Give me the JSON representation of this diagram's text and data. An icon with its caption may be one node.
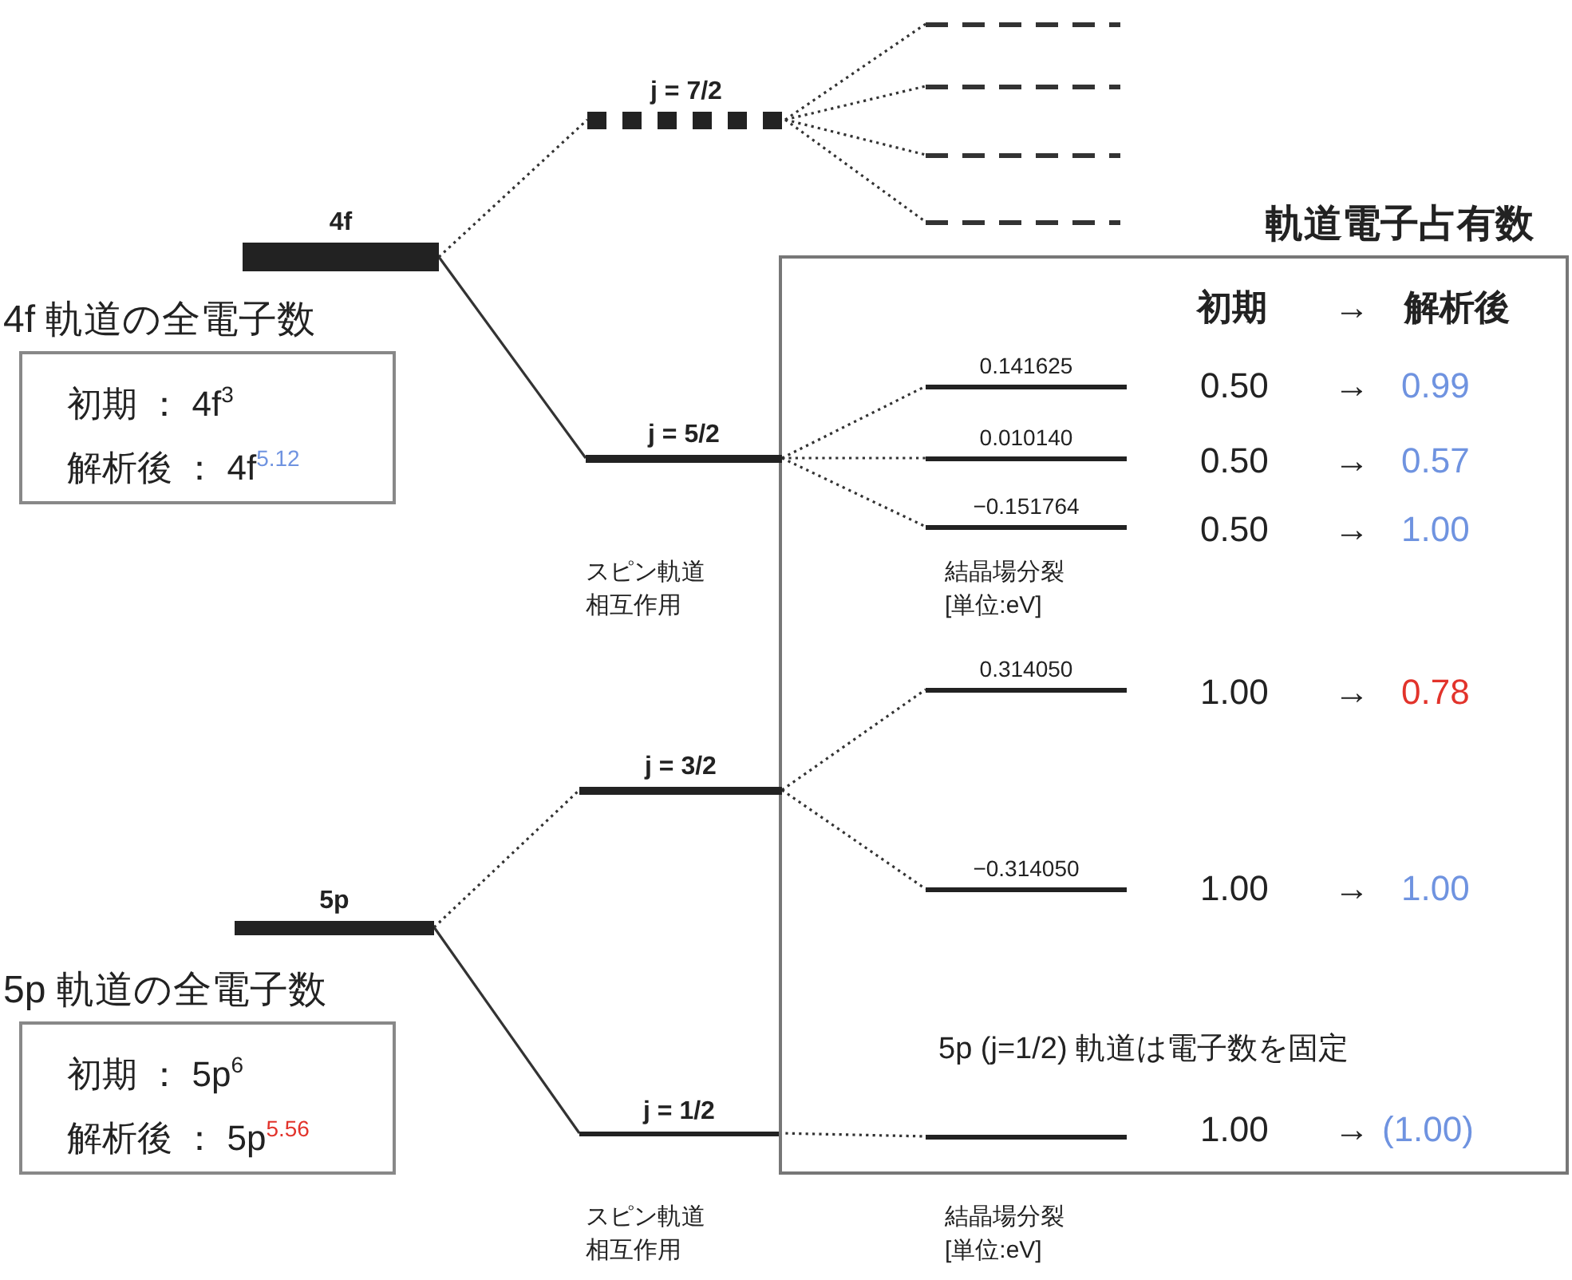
{
  "diagram": {
    "nodes": [
      {
        "text": [
          "4f"
        ]
      },
      {
        "text": [
          "j = 7/2"
        ]
      },
      {
        "text": [],
        "shape": "bar"
      },
      {
        "text": [],
        "shape": "bar"
      },
      {
        "text": [],
        "shape": "bar"
      },
      {
        "text": [],
        "shape": "bar"
      },
      {
        "text": [
          "軌道電子占有数"
        ]
      },
      {
        "text": [
          "4f 軌道の全電子数",
          "初期 ： 4f$^{3}$",
          "解析後 ： 4f$^{5.12}$"
        ]
      },
      {
        "text": [
          "j = 5/2"
        ]
      },
      {
        "text": [
          "0.141625"
        ],
        "in": 6
      },
      {
        "text": [
          "0.010140"
        ],
        "in": 6
      },
      {
        "text": [
          "−0.151764"
        ],
        "in": 6
      },
      {
        "text": [
          "j = 3/2"
        ]
      },
      {
        "text": [
          "0.314050"
        ],
        "in": 6
      },
      {
        "text": [
          "5p"
        ]
      },
      {
        "text": [
          "−0.314050"
        ],
        "in": 6
      },
      {
        "text": [
          "5p 軌道の全電子数",
          "初期 ： 5p$^{6}$",
          "解析後 ： 5p$^{5.56}$"
        ]
      },
      {
        "text": [
          "j = 1/2"
        ]
      },
      {
        "text": [],
        "shape": "bar",
        "in": 6
      }
    ],
    "edges": [
      {
        "from": 0,
        "to": 1,
        "arrow": "none",
        "style": "dashed"
      },
      {
        "from": 0,
        "to": 8,
        "arrow": "none"
      },
      {
        "from": 1,
        "to": 2,
        "arrow": "none",
        "style": "dashed"
      },
      {
        "from": 1,
        "to": 3,
        "arrow": "none",
        "style": "dashed"
      },
      {
        "from": 1,
        "to": 4,
        "arrow": "none",
        "style": "dashed"
      },
      {
        "from": 1,
        "to": 5,
        "arrow": "none",
        "style": "dashed"
      },
      {
        "from": 8,
        "to": 9,
        "arrow": "none",
        "style": "dashed"
      },
      {
        "from": 8,
        "to": 10,
        "arrow": "none",
        "style": "dashed"
      },
      {
        "from": 8,
        "to": 11,
        "arrow": "none",
        "style": "dashed"
      },
      {
        "from": 14,
        "to": 12,
        "arrow": "none",
        "style": "dashed"
      },
      {
        "from": 14,
        "to": 17,
        "arrow": "none"
      },
      {
        "from": 12,
        "to": 13,
        "arrow": "none",
        "style": "dashed"
      },
      {
        "from": 12,
        "to": 15,
        "arrow": "none",
        "style": "dashed"
      },
      {
        "from": 17,
        "to": 18,
        "arrow": "none",
        "style": "dashed"
      }
    ],
    "labels": [
      "初期",
      "→",
      "解析後",
      "0.50",
      "→",
      "0.99",
      "0.50",
      "→",
      "0.57",
      "0.50",
      "→",
      "1.00",
      "スピン軌道相互作用",
      "結晶場分裂[単位:eV]",
      "1.00",
      "→",
      "0.78",
      "1.00",
      "→",
      "1.00",
      "5p (j=1/2) 軌道は電子数を固定",
      "1.00",
      "→",
      "(1.00)",
      "スピン軌道相互作用",
      "結晶場分裂[単位:eV]"
    ]
  }
}
